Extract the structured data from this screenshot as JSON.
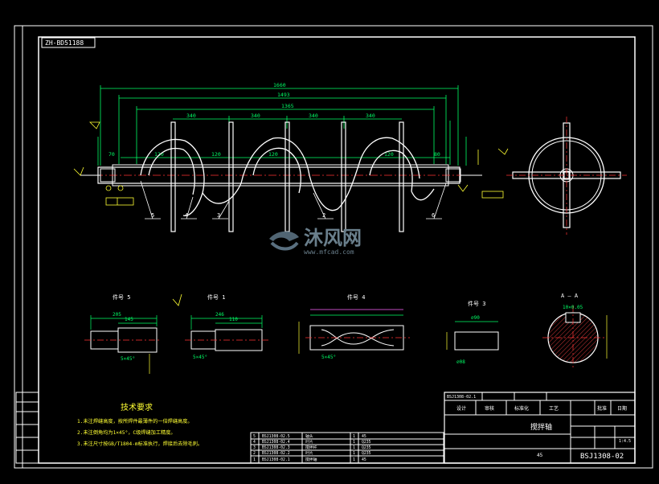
{
  "drawing_code": "ZH-BD51188",
  "watermark": {
    "brand": "沐风网",
    "url": "www.mfcad.com"
  },
  "top_dims": [
    "1660",
    "1493",
    "1365",
    "340",
    "340",
    "340",
    "340",
    "120",
    "120",
    "120",
    "120",
    "70",
    "80"
  ],
  "balloons": [
    "5",
    "4",
    "3",
    "2",
    "6"
  ],
  "detail_views": [
    {
      "title": "件号 5",
      "dims": [
        "205",
        "145",
        "5×45°"
      ]
    },
    {
      "title": "件号 1",
      "dims": [
        "246",
        "110",
        "5×45°"
      ]
    },
    {
      "title": "件号 4",
      "dims": [
        "5×45°"
      ]
    },
    {
      "title": "件号 3",
      "dims": [
        "∅90",
        "∅08"
      ]
    },
    {
      "title": "A — A",
      "dims": [
        "10×0.05"
      ]
    }
  ],
  "tech_requirements": {
    "title": "技术要求",
    "items": [
      "1.未注焊缝高度，按所焊件最薄件的一倍焊缝高度。",
      "2.未注倒角均为1×45°，C级焊缝加工精度。",
      "3.未注尺寸按GB/T1804-m标准执行，焊接后去除毛刺。"
    ]
  },
  "parts_list": [
    {
      "no": "5",
      "code": "BSJ1308-02.5",
      "name": "轴头",
      "qty": "1",
      "material": "45"
    },
    {
      "no": "4",
      "code": "BSJ1308-02.4",
      "name": "叶片",
      "qty": "1",
      "material": "Q235"
    },
    {
      "no": "3",
      "code": "BSJ1308-02.3",
      "name": "搅拌杆",
      "qty": "1",
      "material": "Q235"
    },
    {
      "no": "2",
      "code": "BSJ1308-02.2",
      "name": "叶片",
      "qty": "1",
      "material": "Q235"
    },
    {
      "no": "1",
      "code": "BSJ1308-02.1",
      "name": "搅拌轴",
      "qty": "1",
      "material": "45"
    }
  ],
  "title_block": {
    "header_code": "BSJ1308-02.1",
    "part_name": "搅拌轴",
    "material": "45",
    "drawing_number": "BSJ1308-02",
    "scale": "1:4.5",
    "labels": [
      "设计",
      "审核",
      "标准化",
      "工艺",
      "批准",
      "日期"
    ]
  }
}
